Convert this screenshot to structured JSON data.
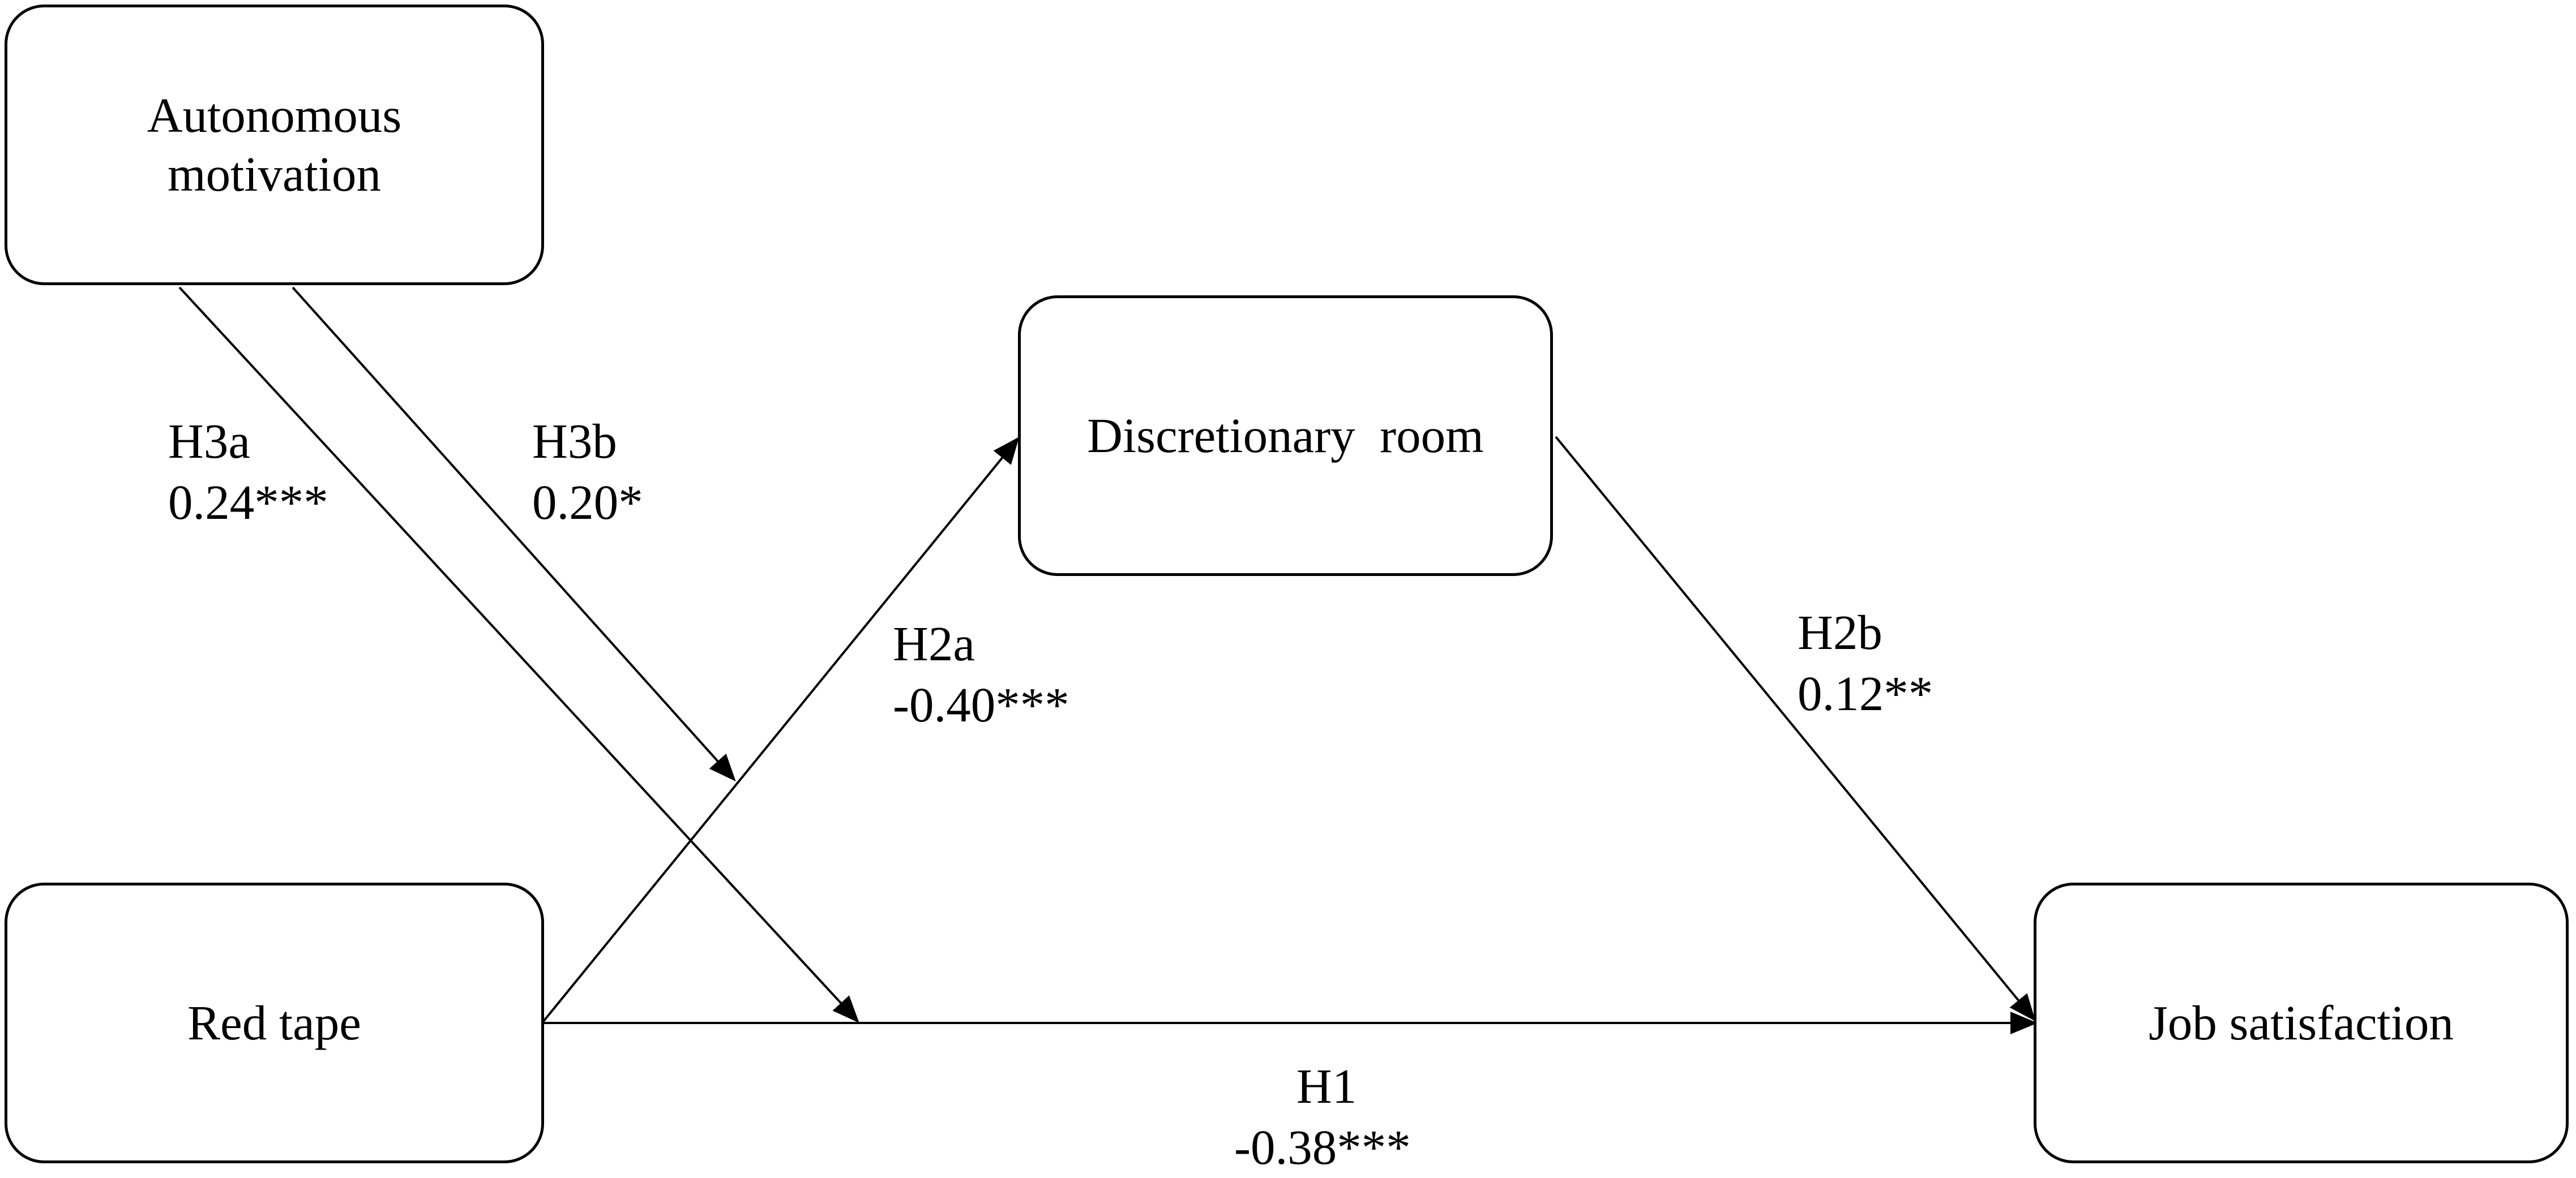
{
  "nodes": {
    "autonomous_motivation": {
      "line1": "Autonomous",
      "line2": "motivation"
    },
    "discretionary_room": "Discretionary  room",
    "red_tape": "Red tape",
    "job_satisfaction": "Job satisfaction"
  },
  "paths": {
    "h3a": {
      "name": "H3a",
      "coef": "0.24***"
    },
    "h3b": {
      "name": "H3b",
      "coef": "0.20*"
    },
    "h2a": {
      "name": "H2a",
      "coef": "-0.40***"
    },
    "h2b": {
      "name": "H2b",
      "coef": "0.12**"
    },
    "h1": {
      "name": "H1",
      "coef": "-0.38***"
    }
  },
  "colors": {
    "stroke": "#000000",
    "background": "#ffffff"
  }
}
